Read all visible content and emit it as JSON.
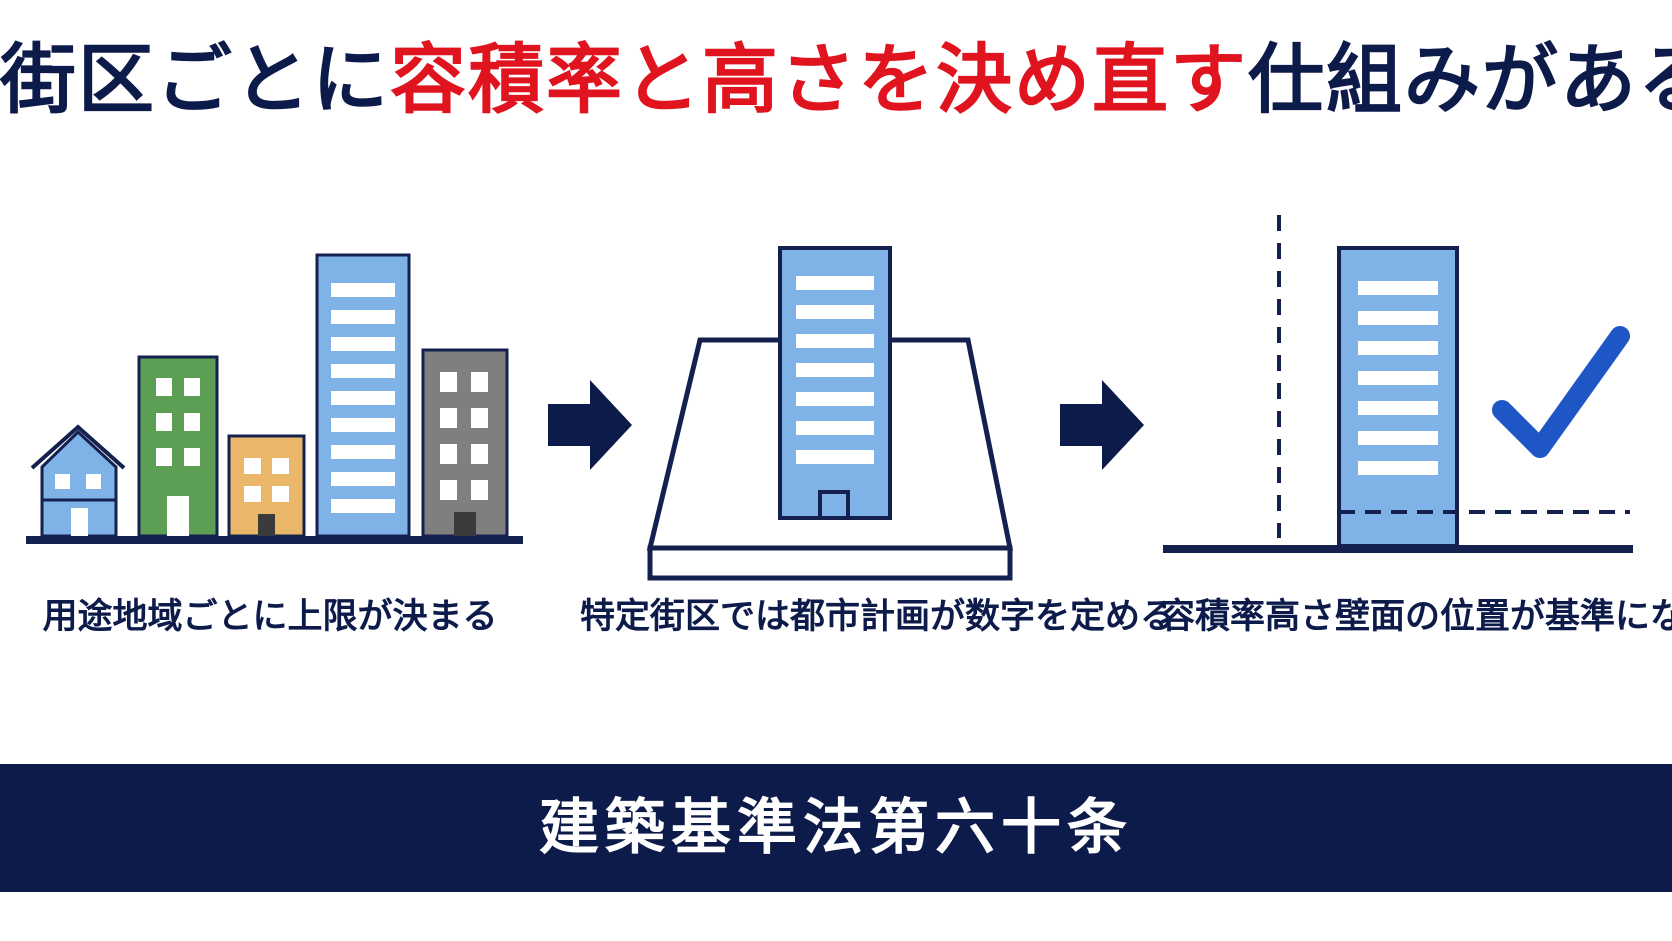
{
  "headline": {
    "part1": "街区ごとに",
    "part2": "容積率と高さを決め直す",
    "part3": "仕組みがある"
  },
  "steps": [
    {
      "caption": "用途地域ごとに上限が決まる"
    },
    {
      "caption": "特定街区では都市計画が数字を定める"
    },
    {
      "caption": "容積率高さ壁面の位置が基準になる"
    }
  ],
  "footer": {
    "label": "建築基準法第六十条"
  },
  "icons": [
    "house-icon",
    "green-building-icon",
    "orange-building-icon",
    "blue-tower-icon",
    "gray-building-icon",
    "arrow-right-icon",
    "district-plot-icon",
    "arrow-right-icon",
    "wall-line-icon",
    "checkmark-icon"
  ],
  "colors": {
    "navy": "#0d1b4a",
    "red": "#e0141e",
    "outline": "#14214f",
    "blue_building": "#7fb2e6",
    "green_building": "#5d9e55",
    "orange_building": "#e9b66a",
    "gray_building": "#7f7f7f",
    "house": "#7fb2e6",
    "check": "#1f56c6",
    "white": "#ffffff"
  }
}
